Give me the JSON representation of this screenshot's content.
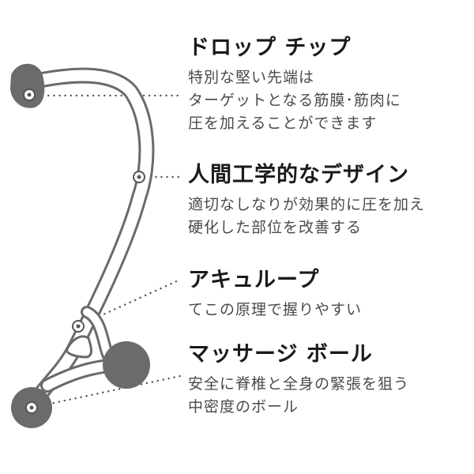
{
  "features": [
    {
      "title": "ドロップ チップ",
      "lines": [
        "特別な堅い先端は",
        "ターゲットとなる筋膜･筋肉に",
        "圧を加えることができます"
      ]
    },
    {
      "title": "人間工学的なデザイン",
      "lines": [
        "適切なしなりが効果的に圧を加え",
        "硬化した部位を改善する"
      ]
    },
    {
      "title": "アキュループ",
      "lines": [
        "てこの原理で握りやすい"
      ]
    },
    {
      "title": "マッサージ ボール",
      "lines": [
        "安全に脊椎と全身の緊張を狙う",
        "中密度のボール"
      ]
    }
  ],
  "colors": {
    "frame_outline": "#6a6a6a",
    "frame_fill": "#ffffff",
    "knob": "#6b6b6b",
    "dots": "#555555",
    "title": "#1a1a1a",
    "body": "#4a4a4a"
  }
}
